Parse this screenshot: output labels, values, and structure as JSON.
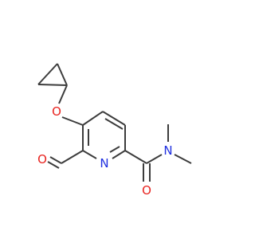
{
  "molecule": {
    "atoms": {
      "ether_oxygen": "O",
      "aldehyde_oxygen": "O",
      "amide_oxygen": "O",
      "ring_nitrogen": "N",
      "amide_nitrogen": "N"
    }
  },
  "colors": {
    "bond": "#3c3c3c",
    "oxygen": "#e8231f",
    "nitrogen": "#1f2fe0",
    "background": "#ffffff"
  }
}
